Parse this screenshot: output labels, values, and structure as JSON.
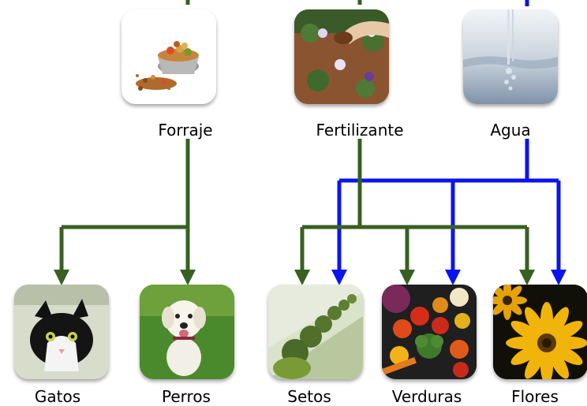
{
  "colors": {
    "green": "#376022",
    "blue": "#0a14f0"
  },
  "sources": [
    {
      "id": "forraje",
      "label": "Forraje",
      "icon": "pet-food-bowl-photo"
    },
    {
      "id": "fertilizante",
      "label": "Fertilizante",
      "icon": "fertilizer-garden-photo"
    },
    {
      "id": "agua",
      "label": "Agua",
      "icon": "water-splash-photo"
    }
  ],
  "targets": [
    {
      "id": "gatos",
      "label": "Gatos",
      "icon": "cat-photo"
    },
    {
      "id": "perros",
      "label": "Perros",
      "icon": "dog-photo"
    },
    {
      "id": "setos",
      "label": "Setos",
      "icon": "hedges-photo"
    },
    {
      "id": "verduras",
      "label": "Verduras",
      "icon": "vegetables-photo"
    },
    {
      "id": "flores",
      "label": "Flores",
      "icon": "flowers-photo"
    }
  ],
  "flows": [
    {
      "from": "forraje",
      "to": [
        "gatos",
        "perros"
      ]
    },
    {
      "from": "fertilizante",
      "to": [
        "setos",
        "verduras",
        "flores"
      ]
    },
    {
      "from": "agua",
      "to": [
        "setos",
        "verduras",
        "flores"
      ]
    }
  ]
}
